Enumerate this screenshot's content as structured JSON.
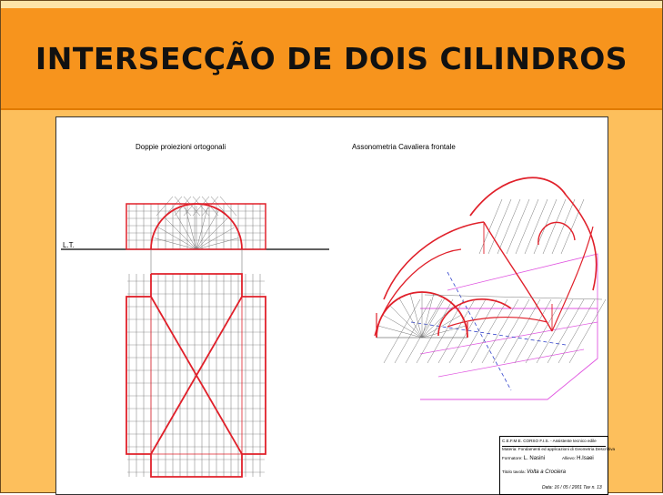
{
  "slide": {
    "title": "INTERSECÇÃO DE DOIS CILINDROS"
  },
  "drawing": {
    "left_caption": "Doppie proiezioni ortogonali",
    "right_caption": "Assonometria Cavaliera frontale",
    "ground_line_label": "L.T."
  },
  "cartouche": {
    "line1": "C.E.F.M.E.  CORSO F.I.S. - Assistente tecnico edile",
    "line2": "Materia: Fondamenti ed applicazioni di Geometria Descrittiva",
    "formatore_label": "Formatore:",
    "formatore_value": "L. Nasini",
    "allievo_label": "Allievo:",
    "allievo_value": "H.Isaei",
    "titolo_label": "Titolo tavola:",
    "titolo_value": "Volta a Crociera",
    "date_line": "Data: 16 / 05 / 2001   Tav n. 13"
  },
  "colors": {
    "band": "#f7941d",
    "slide_bg": "#fdbf5c",
    "red_line": "#e0202a",
    "magenta_line": "#e055e0",
    "construction": "#777777",
    "blue_dash": "#3344cc"
  }
}
